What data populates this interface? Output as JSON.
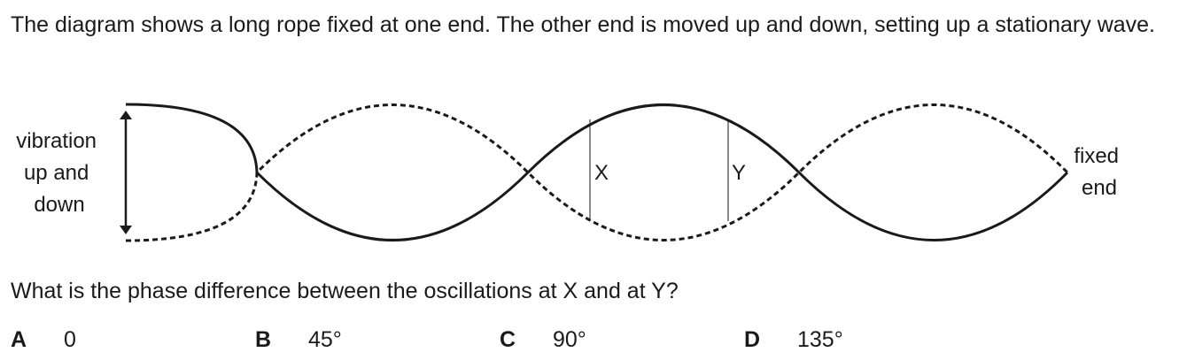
{
  "intro_text": "The diagram shows a long rope fixed at one end. The other end is moved up and down, setting up a stationary wave.",
  "diagram": {
    "left_label_lines": [
      "vibration",
      "up and",
      "down"
    ],
    "right_label_lines": [
      "fixed",
      "end"
    ],
    "point_x_label": "X",
    "point_y_label": "Y"
  },
  "question_text": "What is the phase difference between the oscillations at X and at Y?",
  "options": [
    {
      "letter": "A",
      "value": "0"
    },
    {
      "letter": "B",
      "value": "45°"
    },
    {
      "letter": "C",
      "value": "90°"
    },
    {
      "letter": "D",
      "value": "135°"
    }
  ]
}
